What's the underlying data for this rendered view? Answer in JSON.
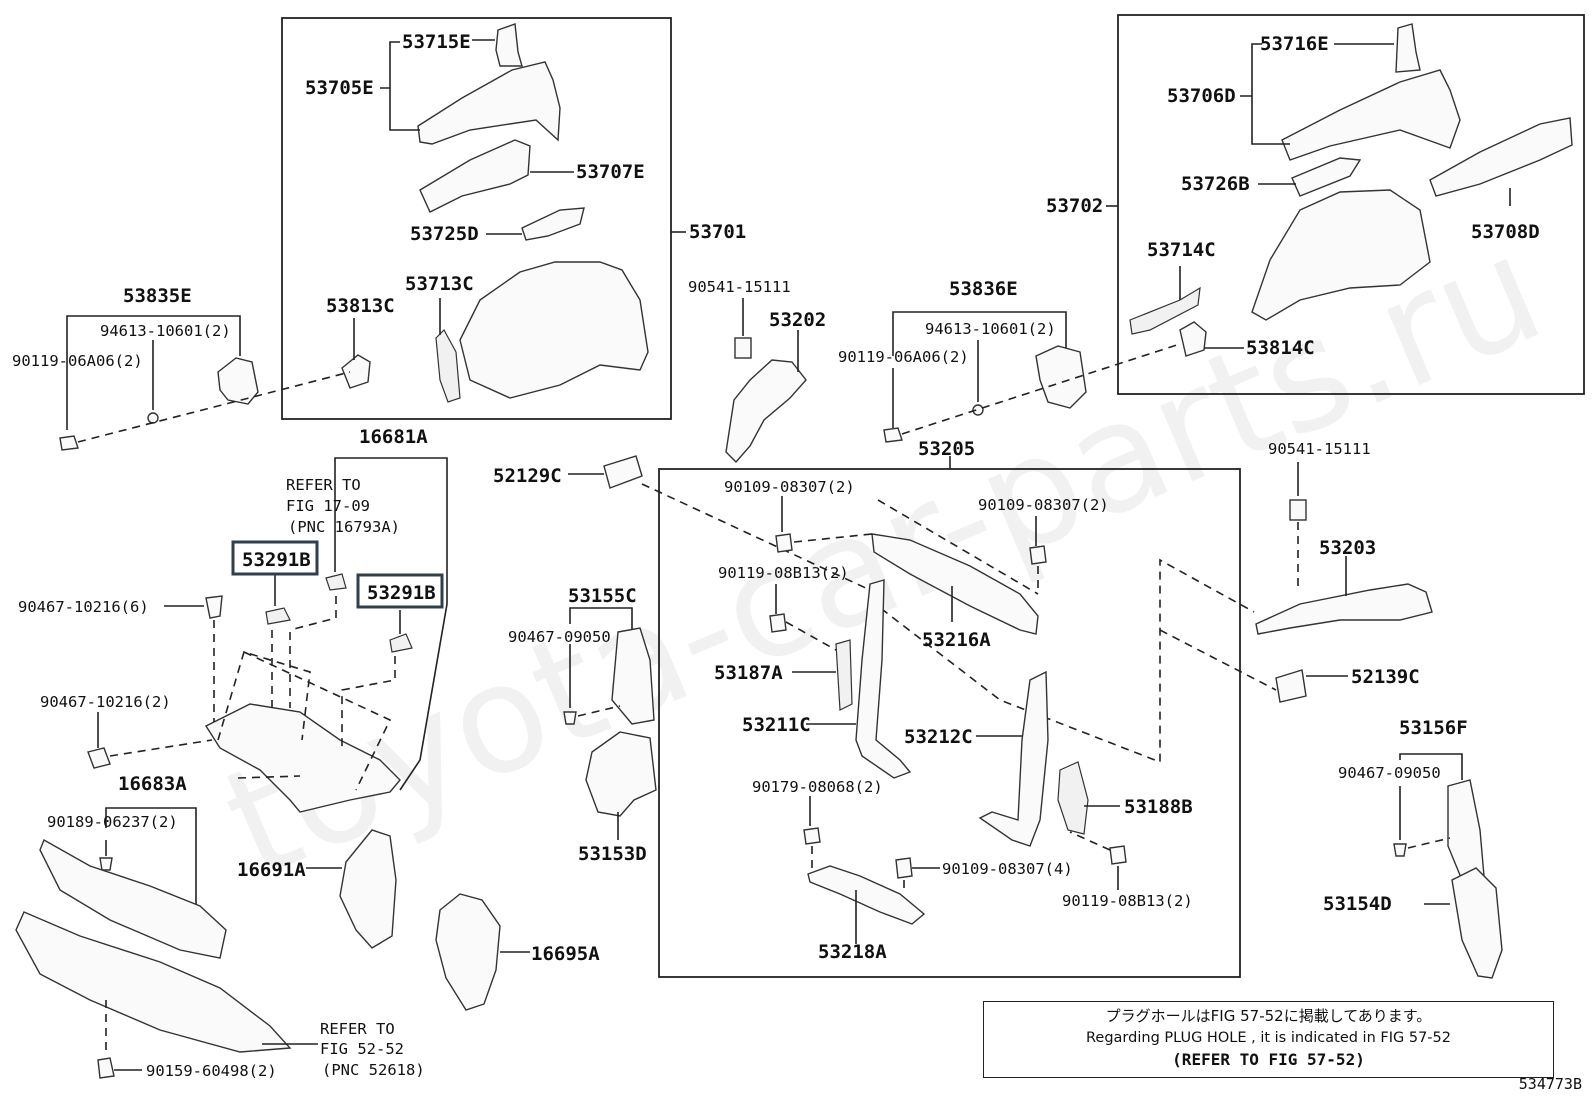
{
  "watermark": "toyota-car-parts.ru",
  "figure_number": "534773B",
  "groups": {
    "g53701": "53701",
    "g53702": "53702",
    "g53205": "53205",
    "g16681A": "16681A",
    "g53835E": "53835E",
    "g53836E": "53836E",
    "g53155C": "53155C",
    "g53156F": "53156F",
    "g16683A": "16683A"
  },
  "labels": {
    "p53715E": "53715E",
    "p53705E": "53705E",
    "p53707E": "53707E",
    "p53725D": "53725D",
    "p53713C": "53713C",
    "p53813C": "53813C",
    "p53716E": "53716E",
    "p53706D": "53706D",
    "p53726B": "53726B",
    "p53708D": "53708D",
    "p53714C": "53714C",
    "p53814C": "53814C",
    "p90541_a": "90541-15111",
    "p53202": "53202",
    "p90541_b": "90541-15111",
    "p53203": "53203",
    "p52129C": "52129C",
    "p52139C": "52139C",
    "p94613_a": "94613-10601(2)",
    "p90119_a": "90119-06A06(2)",
    "p94613_b": "94613-10601(2)",
    "p90119_b": "90119-06A06(2)",
    "refer1709_1": "REFER TO",
    "refer1709_2": "FIG 17-09",
    "refer1709_3": "(PNC 16793A)",
    "p53291B_a": "53291B",
    "p53291B_b": "53291B",
    "p90467_10216_6": "90467-10216(6)",
    "p90467_10216_2": "90467-10216(2)",
    "p90189": "90189-06237(2)",
    "p16691A": "16691A",
    "p16695A": "16695A",
    "refer5252_1": "REFER TO",
    "refer5252_2": "FIG 52-52",
    "refer5252_3": "(PNC 52618)",
    "p90159": "90159-60498(2)",
    "p90467_09050_a": "90467-09050",
    "p53153D": "53153D",
    "p90109_a": "90109-08307(2)",
    "p90109_b": "90109-08307(2)",
    "p90119_08B13_a": "90119-08B13(2)",
    "p53216A": "53216A",
    "p53187A": "53187A",
    "p53211C": "53211C",
    "p53212C": "53212C",
    "p90179": "90179-08068(2)",
    "p53188B": "53188B",
    "p90109_c": "90109-08307(4)",
    "p90119_08B13_b": "90119-08B13(2)",
    "p53218A": "53218A",
    "p90467_09050_b": "90467-09050",
    "p53154D": "53154D"
  },
  "note": {
    "line_ja": "プラグホールはFIG 57-52に掲載してあります。",
    "line_en": "Regarding PLUG HOLE , it is indicated in FIG 57-52",
    "line_ref": "(REFER TO FIG 57-52)"
  }
}
